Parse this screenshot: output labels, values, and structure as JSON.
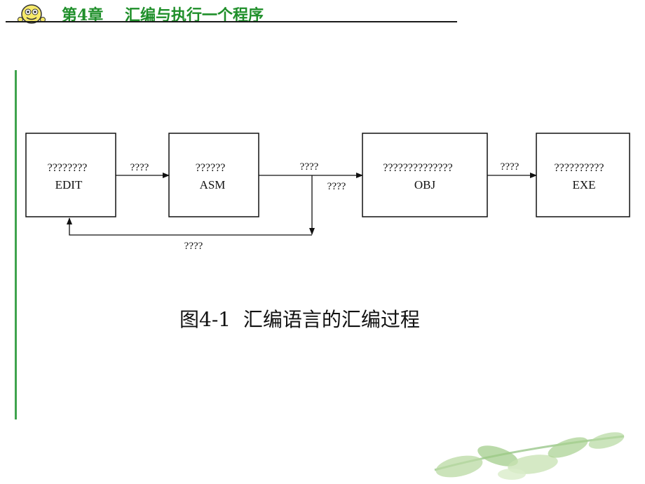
{
  "header": {
    "title": "第4章    汇编与执行一个程序"
  },
  "diagram": {
    "boxes": [
      {
        "line1": "????????",
        "line2": "EDIT"
      },
      {
        "line1": "??????",
        "line2": "ASM"
      },
      {
        "line1": "??????????????",
        "line2": "OBJ"
      },
      {
        "line1": "??????????",
        "line2": "EXE"
      }
    ],
    "arrow_labels": {
      "edit_to_asm": "????",
      "asm_to_obj": "????",
      "asm_branch": "????",
      "obj_to_exe": "????",
      "back_to_edit": "????"
    }
  },
  "caption": "图4-1  汇编语言的汇编过程",
  "colors": {
    "header_text": "#1f8f2a",
    "accent_line": "#3fa34d",
    "stroke": "#111111"
  },
  "icons": {
    "mascot": "smiley-mascot-icon",
    "decoration": "leaf-branch-decoration"
  }
}
